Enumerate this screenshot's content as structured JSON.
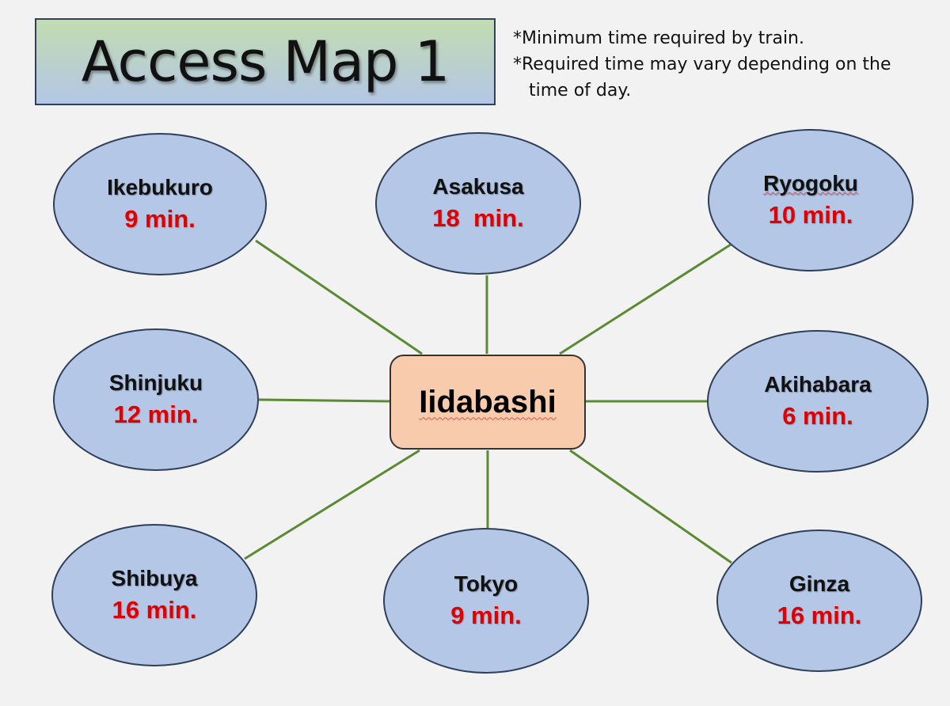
{
  "title": "Access Map 1",
  "notes": [
    "*Minimum time required by train.",
    "*Required time may vary depending on the",
    "time of day."
  ],
  "center": "Iidabashi",
  "stations": [
    {
      "name": "Ikebukuro",
      "time": "9 min."
    },
    {
      "name": "Asakusa",
      "time": "18  min."
    },
    {
      "name": "Ryogoku",
      "time": "10 min."
    },
    {
      "name": "Shinjuku",
      "time": "12 min."
    },
    {
      "name": "Akihabara",
      "time": "6 min."
    },
    {
      "name": "Shibuya",
      "time": "16 min."
    },
    {
      "name": "Tokyo",
      "time": "9 min."
    },
    {
      "name": "Ginza",
      "time": "16 min."
    }
  ],
  "colors": {
    "line": "#5a8a32",
    "node": "#b4c7e7",
    "center": "#f8cbad",
    "time": "#e00000"
  }
}
